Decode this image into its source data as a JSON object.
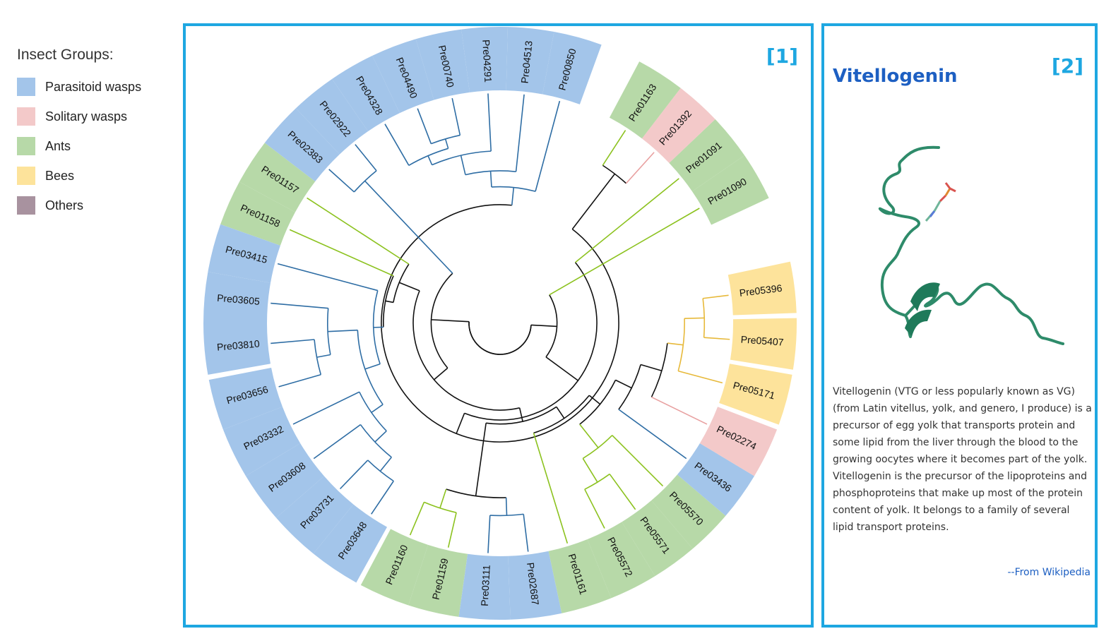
{
  "legend": {
    "title": "Insect Groups:",
    "groups": [
      {
        "key": "parasitoid",
        "label": "Parasitoid wasps",
        "color": "#a3c5ea",
        "branch": "#2e6da4"
      },
      {
        "key": "solitary",
        "label": "Solitary wasps",
        "color": "#f3c9c9",
        "branch": "#e8a0a0"
      },
      {
        "key": "ants",
        "label": "Ants",
        "color": "#b7d9a8",
        "branch": "#8cc21f"
      },
      {
        "key": "bees",
        "label": "Bees",
        "color": "#fde39b",
        "branch": "#e7b93a"
      },
      {
        "key": "others",
        "label": "Others",
        "color": "#a8929f",
        "branch": "#7a6470"
      }
    ]
  },
  "tree_panel": {
    "tag": "[1]"
  },
  "info_panel": {
    "tag": "[2]",
    "title": "Vitellogenin",
    "description": "Vitellogenin (VTG or less popularly known as VG) (from Latin vitellus, yolk, and genero, I produce) is a precursor of egg yolk that transports protein and some lipid from the liver through the blood to the growing oocytes where it becomes part of the yolk. Vitellogenin is the precursor of the lipoproteins and phosphoproteins that make up most of the protein content of yolk. It belongs to a family of several lipid transport proteins.",
    "source": "--From Wikipedia"
  },
  "tree": {
    "leaves": [
      {
        "id": "Pre00850",
        "group": "parasitoid",
        "angle": -75.0
      },
      {
        "id": "Pre04513",
        "group": "parasitoid",
        "angle": -84.0
      },
      {
        "id": "Pre04291",
        "group": "parasitoid",
        "angle": -93.0
      },
      {
        "id": "Pre00740",
        "group": "parasitoid",
        "angle": -102.0
      },
      {
        "id": "Pre04490",
        "group": "parasitoid",
        "angle": -111.0
      },
      {
        "id": "Pre04328",
        "group": "parasitoid",
        "angle": -120.0
      },
      {
        "id": "Pre02922",
        "group": "parasitoid",
        "angle": -129.0
      },
      {
        "id": "Pre02383",
        "group": "parasitoid",
        "angle": -138.0
      },
      {
        "id": "Pre01157",
        "group": "ants",
        "angle": -147.0
      },
      {
        "id": "Pre01158",
        "group": "ants",
        "angle": -156.0
      },
      {
        "id": "Pre03415",
        "group": "parasitoid",
        "angle": -165.0
      },
      {
        "id": "Pre03605",
        "group": "parasitoid",
        "angle": -175.0
      },
      {
        "id": "Pre03810",
        "group": "parasitoid",
        "angle": -185.0
      },
      {
        "id": "Pre03656",
        "group": "parasitoid",
        "angle": -196.0
      },
      {
        "id": "Pre03332",
        "group": "parasitoid",
        "angle": -206.0
      },
      {
        "id": "Pre03608",
        "group": "parasitoid",
        "angle": -216.0
      },
      {
        "id": "Pre03731",
        "group": "parasitoid",
        "angle": -226.0
      },
      {
        "id": "Pre03648",
        "group": "parasitoid",
        "angle": -236.0
      },
      {
        "id": "Pre01160",
        "group": "ants",
        "angle": -247.0
      },
      {
        "id": "Pre01159",
        "group": "ants",
        "angle": -257.0
      },
      {
        "id": "Pre03111",
        "group": "parasitoid",
        "angle": -267.0
      },
      {
        "id": "Pre02687",
        "group": "parasitoid",
        "angle": -277.0
      },
      {
        "id": "Pre01161",
        "group": "ants",
        "angle": -287.0
      },
      {
        "id": "Pre05572",
        "group": "ants",
        "angle": -297.0
      },
      {
        "id": "Pre05571",
        "group": "ants",
        "angle": -306.0
      },
      {
        "id": "Pre05570",
        "group": "ants",
        "angle": -315.0
      },
      {
        "id": "Pre03436",
        "group": "parasitoid",
        "angle": -324.0
      },
      {
        "id": "Pre02274",
        "group": "solitary",
        "angle": -334.0
      },
      {
        "id": "Pre05171",
        "group": "bees",
        "angle": -345.0
      },
      {
        "id": "Pre05407",
        "group": "bees",
        "angle": -356.0
      },
      {
        "id": "Pre05396",
        "group": "bees",
        "angle": -367.0
      },
      {
        "id": "Pre01090",
        "group": "ants",
        "angle": -390.0
      },
      {
        "id": "Pre01091",
        "group": "ants",
        "angle": -399.0
      },
      {
        "id": "Pre01392",
        "group": "solitary",
        "angle": -408.0
      },
      {
        "id": "Pre01163",
        "group": "ants",
        "angle": -417.0
      }
    ],
    "internal": [
      {
        "id": "n1",
        "children": [
          "Pre00740",
          "Pre04490"
        ],
        "depth": 0.81
      },
      {
        "id": "n2",
        "children": [
          "n1",
          "Pre04328"
        ],
        "depth": 0.76
      },
      {
        "id": "n3",
        "children": [
          "Pre04291",
          "n2"
        ],
        "depth": 0.71
      },
      {
        "id": "n4",
        "children": [
          "Pre04513",
          "n3"
        ],
        "depth": 0.61
      },
      {
        "id": "n5",
        "children": [
          "Pre00850",
          "n4"
        ],
        "depth": 0.53
      },
      {
        "id": "n6",
        "children": [
          "Pre01392",
          "Pre01163"
        ],
        "depth": 0.79
      },
      {
        "id": "n7",
        "children": [
          "n6",
          "n5"
        ],
        "depth": 0.44
      },
      {
        "id": "n8",
        "children": [
          "Pre01091",
          "n7"
        ],
        "depth": 0.33
      },
      {
        "id": "n9",
        "children": [
          "Pre01090",
          "n8"
        ],
        "depth": 0.13
      },
      {
        "id": "n10",
        "children": [
          "Pre05407",
          "Pre05396"
        ],
        "depth": 0.87
      },
      {
        "id": "n11",
        "children": [
          "Pre05171",
          "n10"
        ],
        "depth": 0.77
      },
      {
        "id": "n12",
        "children": [
          "Pre02274",
          "n11"
        ],
        "depth": 0.69
      },
      {
        "id": "n13",
        "children": [
          "Pre03436",
          "n12"
        ],
        "depth": 0.58
      },
      {
        "id": "n14",
        "children": [
          "Pre05572",
          "Pre05571"
        ],
        "depth": 0.78
      },
      {
        "id": "n15",
        "children": [
          "n14",
          "Pre05570"
        ],
        "depth": 0.64
      },
      {
        "id": "n16",
        "children": [
          "n15",
          "n13"
        ],
        "depth": 0.49
      },
      {
        "id": "n17",
        "children": [
          "Pre01161",
          "n16"
        ],
        "depth": 0.42
      },
      {
        "id": "n18",
        "children": [
          "Pre03111",
          "Pre02687"
        ],
        "depth": 0.81
      },
      {
        "id": "n19",
        "children": [
          "Pre01160",
          "Pre01159"
        ],
        "depth": 0.82
      },
      {
        "id": "n20",
        "children": [
          "n19",
          "n18"
        ],
        "depth": 0.72
      },
      {
        "id": "n21",
        "children": [
          "n20",
          "n17"
        ],
        "depth": 0.35
      },
      {
        "id": "n22",
        "children": [
          "Pre02922",
          "Pre02383"
        ],
        "depth": 0.83
      },
      {
        "id": "n23",
        "children": [
          "Pre03656",
          "Pre03810"
        ],
        "depth": 0.78
      },
      {
        "id": "n24",
        "children": [
          "n23",
          "Pre03605"
        ],
        "depth": 0.71
      },
      {
        "id": "n25",
        "children": [
          "Pre03731",
          "Pre03648"
        ],
        "depth": 0.8
      },
      {
        "id": "n26",
        "children": [
          "Pre03608",
          "n25"
        ],
        "depth": 0.71
      },
      {
        "id": "n27",
        "children": [
          "Pre03332",
          "n26"
        ],
        "depth": 0.63
      },
      {
        "id": "n28",
        "children": [
          "n27",
          "n24"
        ],
        "depth": 0.56
      },
      {
        "id": "n29",
        "children": [
          "n28",
          "Pre03415"
        ],
        "depth": 0.48
      },
      {
        "id": "n30",
        "children": [
          "n29",
          "Pre01158"
        ],
        "depth": 0.43
      },
      {
        "id": "n31",
        "children": [
          "n30",
          "Pre01157"
        ],
        "depth": 0.39
      },
      {
        "id": "n32",
        "children": [
          "n31",
          "n21"
        ],
        "depth": 0.28
      },
      {
        "id": "n33",
        "children": [
          "n22",
          "n32"
        ],
        "depth": 0.19
      },
      {
        "id": "root",
        "children": [
          "n9",
          "n33"
        ],
        "depth": 0.0
      }
    ]
  }
}
